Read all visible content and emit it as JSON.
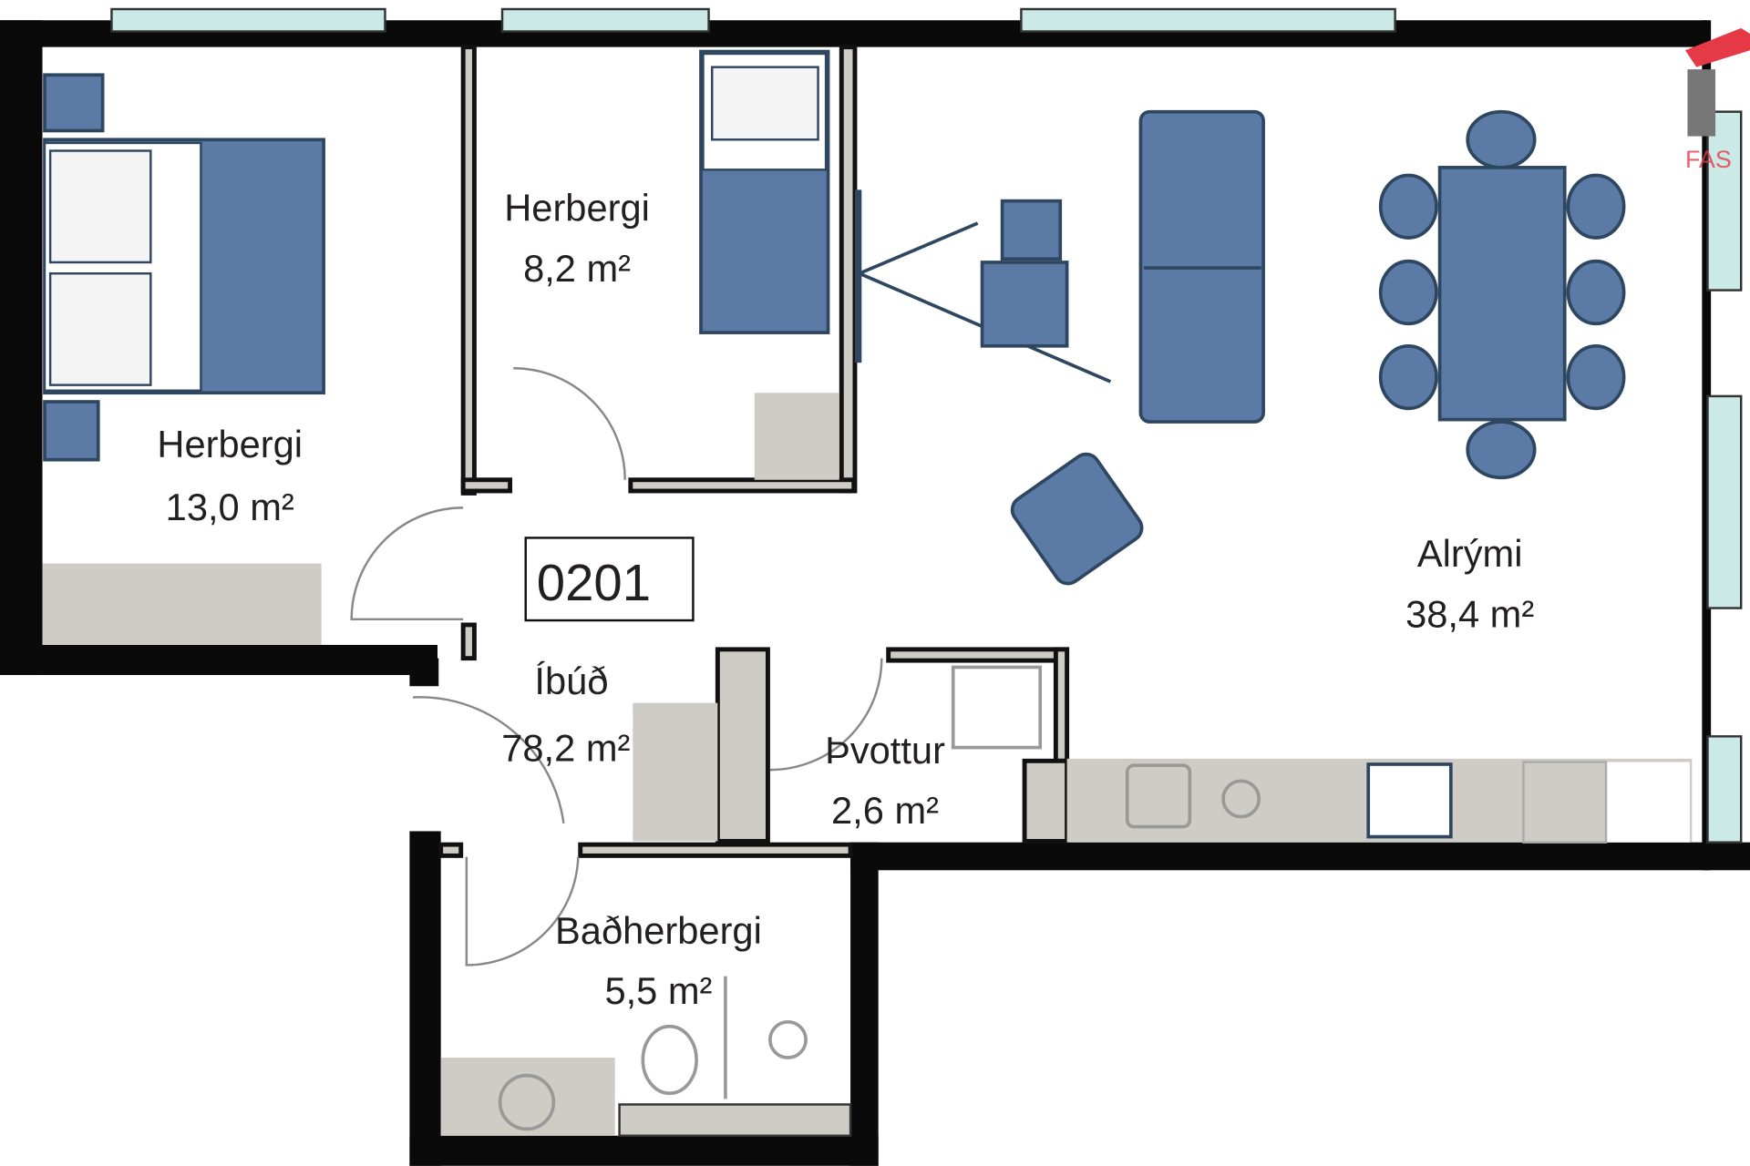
{
  "plan": {
    "unit_number": "0201",
    "logo_text": "FAST",
    "rooms": [
      {
        "name": "Herbergi",
        "area": "13,0 m²"
      },
      {
        "name": "Herbergi",
        "area": "8,2 m²"
      },
      {
        "name": "Alrými",
        "area": "38,4 m²"
      },
      {
        "name": "Íbúð",
        "area": "78,2 m²"
      },
      {
        "name": "Þvottur",
        "area": "2,6 m²"
      },
      {
        "name": "Baðherbergi",
        "area": "5,5 m²"
      }
    ]
  },
  "colors": {
    "furniture": "#5b7ba6",
    "fixtures": "#cfccc5",
    "walls": "#0a0a0a",
    "logo": "#e63946"
  }
}
